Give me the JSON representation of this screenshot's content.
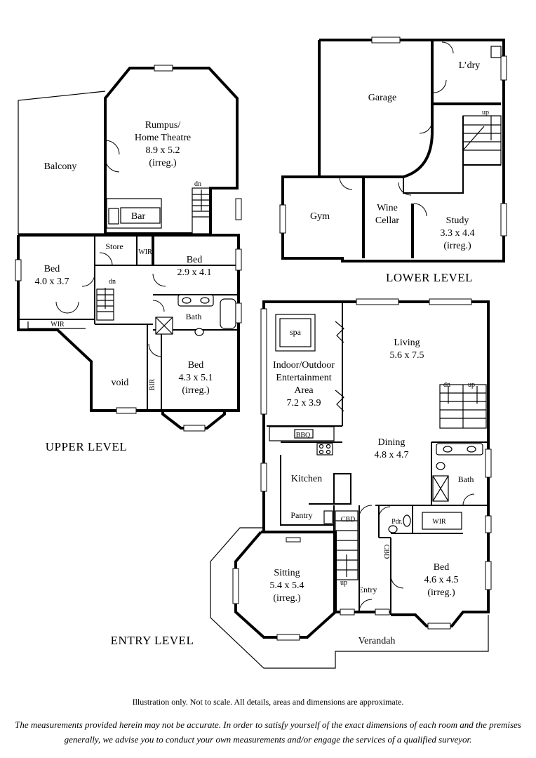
{
  "levels": {
    "upper": "UPPER LEVEL",
    "lower": "LOWER LEVEL",
    "entry": "ENTRY LEVEL"
  },
  "upper_rooms": {
    "balcony": "Balcony",
    "rumpus_1": "Rumpus/",
    "rumpus_2": "Home Theatre",
    "rumpus_3": "8.9 x 5.2",
    "rumpus_4": "(irreg.)",
    "bar": "Bar",
    "dn_stair": "dn",
    "store": "Store",
    "wir_mid": "WIR",
    "bed2_name": "Bed",
    "bed2_size": "2.9 x 4.1",
    "bed1_name": "Bed",
    "bed1_size": "4.0 x 3.7",
    "dn_hall": "dn",
    "wir_left": "WIR",
    "bath": "Bath",
    "void": "void",
    "bir": "BIR",
    "bed3_name": "Bed",
    "bed3_size": "4.3 x 5.1",
    "bed3_note": "(irreg.)"
  },
  "lower_rooms": {
    "garage": "Garage",
    "laundry": "L’dry",
    "up": "up",
    "gym": "Gym",
    "wine_1": "Wine",
    "wine_2": "Cellar",
    "study_name": "Study",
    "study_size": "3.3 x 4.4",
    "study_note": "(irreg.)"
  },
  "entry_rooms": {
    "spa": "spa",
    "ent_1": "Indoor/Outdoor",
    "ent_2": "Entertainment",
    "ent_3": "Area",
    "ent_4": "7.2 x 3.9",
    "living_name": "Living",
    "living_size": "5.6 x 7.5",
    "dn": "dn",
    "up": "up",
    "bbq": "BBQ",
    "dining_name": "Dining",
    "dining_size": "4.8 x 4.7",
    "kitchen": "Kitchen",
    "bath": "Bath",
    "pantry": "Pantry",
    "cbd_1": "CBD",
    "pdr": "Pdr.",
    "wir": "WIR",
    "cbd_2": "CBD",
    "sitting_name": "Sitting",
    "sitting_size": "5.4 x 5.4",
    "sitting_note": "(irreg.)",
    "stair_up": "up",
    "entry": "Entry",
    "bed_name": "Bed",
    "bed_size": "4.6 x 4.5",
    "bed_note": "(irreg.)",
    "verandah": "Verandah"
  },
  "disclaimer": {
    "line1": "Illustration only. Not to scale. All details, areas and dimensions are approximate.",
    "line2": "The measurements provided herein may not be accurate. In order to satisfy yourself of the exact dimensions of each room and the premises generally, we advise you to conduct your own measurements and/or engage the services of a qualified surveyor."
  }
}
